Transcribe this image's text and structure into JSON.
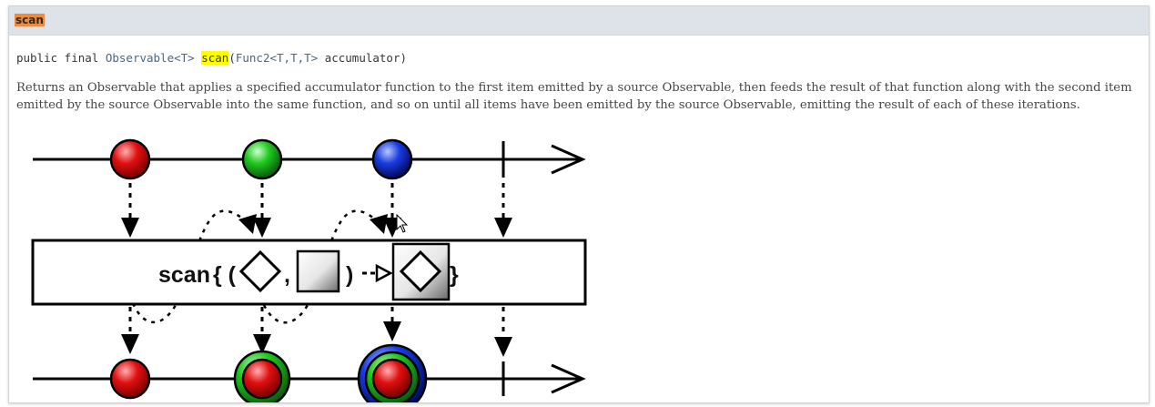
{
  "method": {
    "name": "scan",
    "signature": {
      "modifiers": "public final ",
      "return_type": "Observable<T>",
      "name": "scan",
      "open_paren": "(",
      "param_type": "Func2<T,T,T>",
      "param_name": " accumulator)"
    },
    "description": "Returns an Observable that applies a specified accumulator function to the first item emitted by a source Observable, then feeds the result of that function along with the second item emitted by the source Observable into the same function, and so on until all items have been emitted by the source Observable, emitting the result of each of these iterations."
  },
  "diagram": {
    "operator_label": "scan",
    "open_brace": "{ (",
    "comma": ",",
    "close_paren": ")",
    "close_brace": "}",
    "source_items": [
      "red",
      "green",
      "blue"
    ],
    "result_items": [
      "red",
      "red in green",
      "red in green in blue"
    ],
    "colors": {
      "red": "#e01010",
      "green": "#1ec81e",
      "blue": "#1a3ce0",
      "header_bg": "#dee3e9",
      "highlight_name": "#f0893a",
      "highlight_sig": "#ffff00"
    }
  }
}
